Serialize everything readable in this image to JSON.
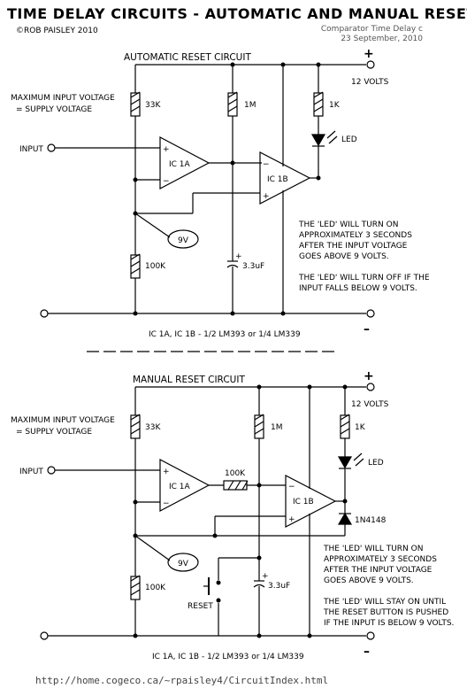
{
  "header": {
    "title": "TIME DELAY CIRCUITS  -  AUTOMATIC AND MANUAL RESET",
    "copyright": "©ROB PAISLEY 2010",
    "doc_name": "Comparator Time Delay c",
    "doc_date": "23 September, 2010"
  },
  "automatic": {
    "heading": "AUTOMATIC RESET CIRCUIT",
    "max_input_line1": "MAXIMUM INPUT VOLTAGE",
    "max_input_line2": "=  SUPPLY VOLTAGE",
    "input_label": "INPUT",
    "r_33k": "33K",
    "r_1m": "1M",
    "r_1k": "1K",
    "r_100k": "100K",
    "cap": "3.3uF",
    "led": "LED",
    "volts": "12 VOLTS",
    "ic1a": "IC 1A",
    "ic1b": "IC 1B",
    "ref": "9V",
    "plus": "+",
    "minus": "–",
    "desc": [
      "THE 'LED' WILL TURN ON",
      "APPROXIMATELY 3 SECONDS",
      "AFTER THE INPUT VOLTAGE",
      "GOES ABOVE 9 VOLTS.",
      "",
      "THE 'LED' WILL TURN OFF IF THE",
      "INPUT FALLS BELOW 9 VOLTS."
    ],
    "ic_note": "IC 1A, IC 1B - 1/2 LM393 or 1/4 LM339"
  },
  "manual": {
    "heading": "MANUAL RESET CIRCUIT",
    "max_input_line1": "MAXIMUM INPUT VOLTAGE",
    "max_input_line2": "=  SUPPLY VOLTAGE",
    "input_label": "INPUT",
    "r_33k": "33K",
    "r_1m": "1M",
    "r_1k": "1K",
    "r_100k_series": "100K",
    "r_100k": "100K",
    "cap": "3.3uF",
    "led": "LED",
    "diode": "1N4148",
    "reset": "RESET",
    "volts": "12 VOLTS",
    "ic1a": "IC 1A",
    "ic1b": "IC 1B",
    "ref": "9V",
    "plus": "+",
    "minus": "–",
    "desc": [
      "THE 'LED' WILL TURN ON",
      "APPROXIMATELY 3 SECONDS",
      "AFTER THE INPUT VOLTAGE",
      "GOES ABOVE 9 VOLTS.",
      "",
      "THE 'LED' WILL STAY ON UNTIL",
      "THE RESET BUTTON IS PUSHED",
      "IF THE INPUT IS BELOW 9 VOLTS."
    ],
    "ic_note": "IC 1A, IC 1B - 1/2 LM393 or 1/4 LM339"
  },
  "footer": {
    "url": "http://home.cogeco.ca/~rpaisley4/CircuitIndex.html"
  }
}
